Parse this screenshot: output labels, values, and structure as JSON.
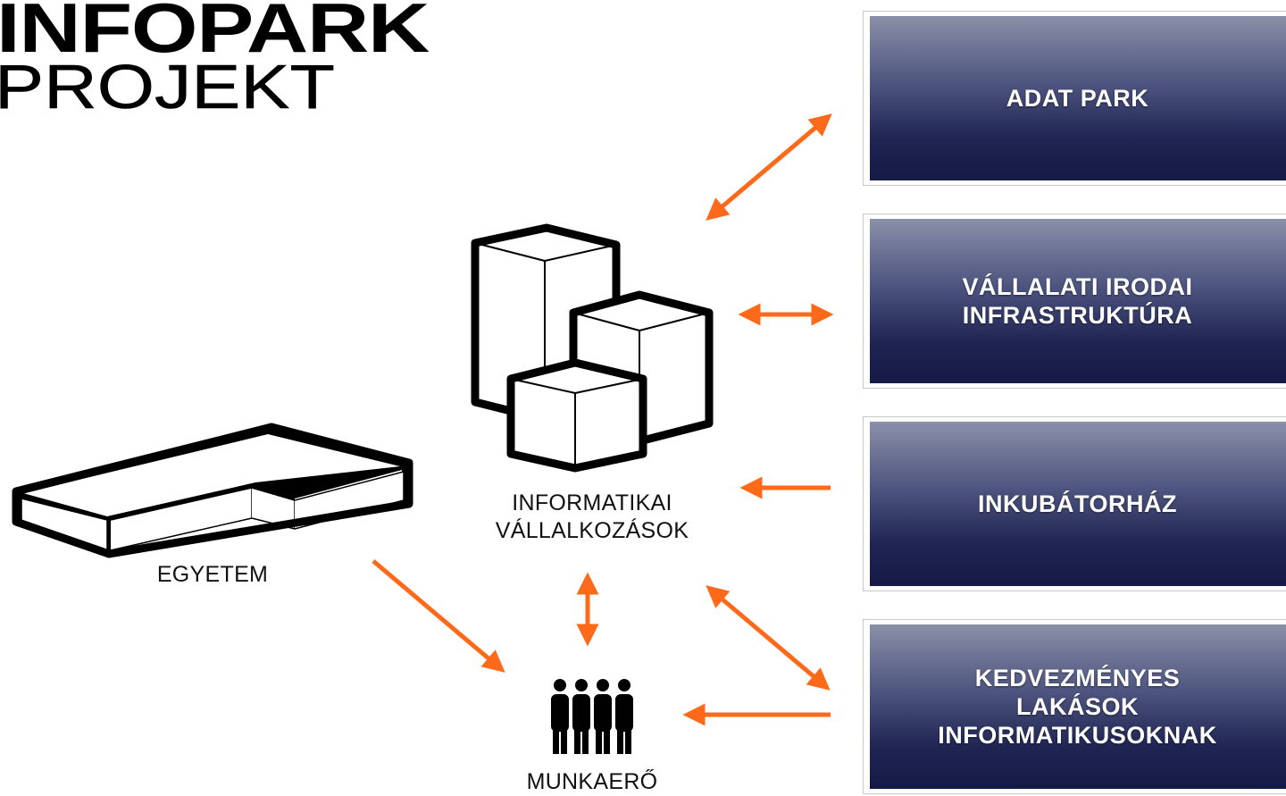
{
  "logo": {
    "line1": "INFOPARK",
    "line2": "PROJEKT"
  },
  "nodes": {
    "university": "EGYETEM",
    "it_companies": "INFORMATIKAI\nVÁLLALKOZÁSOK",
    "workforce": "MUNKAERŐ"
  },
  "boxes": [
    {
      "label": "ADAT PARK"
    },
    {
      "label": "VÁLLALATI IRODAI\nINFRASTRUKTÚRA"
    },
    {
      "label": "INKUBÁTORHÁZ"
    },
    {
      "label": "KEDVEZMÉNYES\nLAKÁSOK\nINFORMATIKUSOKNAK"
    }
  ],
  "colors": {
    "arrow": "#ff6a1a",
    "box_top": "#8a8fa8",
    "box_bottom": "#151a45"
  },
  "icons": {
    "university": "campus-building-icon",
    "it_companies": "office-buildings-icon",
    "workforce": "people-icon"
  }
}
